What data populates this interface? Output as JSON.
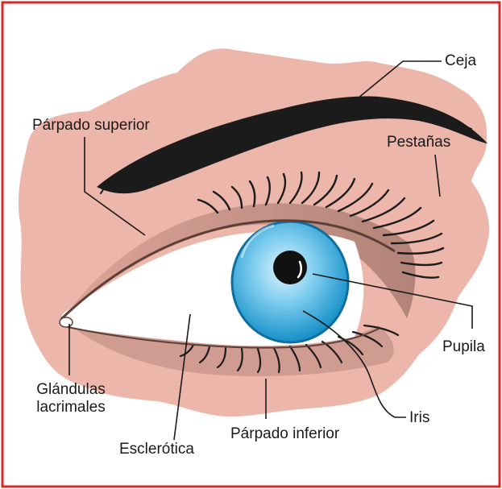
{
  "colors": {
    "border": "#d12a2a",
    "skin": "#ecb6aa",
    "lid_shadow": "#b78a7e",
    "brow": "#1b1b1b",
    "sclera": "#ffffff",
    "iris_light": "#bfe7f8",
    "iris_dark": "#1590c8",
    "pupil": "#111111"
  },
  "labels": {
    "ceja": "Ceja",
    "parpado_superior": "Párpado superior",
    "pestanas": "Pestañas",
    "pupila": "Pupila",
    "glandulas_line1": "Glándulas",
    "glandulas_line2": "lacrimales",
    "esclerotica": "Esclerótica",
    "parpado_inferior": "Párpado inferior",
    "iris": "Iris"
  }
}
